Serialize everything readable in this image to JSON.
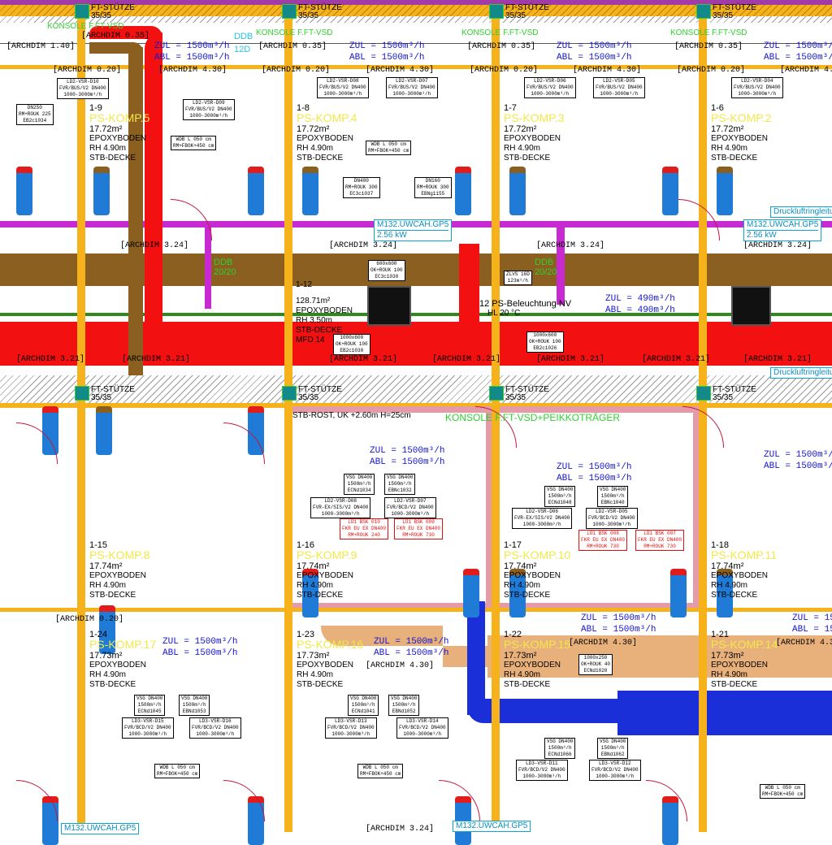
{
  "column": {
    "label": "FT-STÜTZE",
    "size": "35/35"
  },
  "airflow": {
    "zul": "ZUL = 1500m³/h",
    "abl": "ABL = 1500m³/h",
    "zul_small": "ZUL = 490m³/h",
    "abl_small": "ABL = 490m³/h"
  },
  "rooms": [
    {
      "id": "1-9",
      "name": "PS-KOMP.5",
      "area": "17.72m²",
      "floor": "EPOXYBODEN",
      "height": "RH 4.90m",
      "ceiling": "STB-DECKE"
    },
    {
      "id": "1-8",
      "name": "PS-KOMP.4",
      "area": "17.72m²",
      "floor": "EPOXYBODEN",
      "height": "RH 4.90m",
      "ceiling": "STB-DECKE"
    },
    {
      "id": "1-7",
      "name": "PS-KOMP.3",
      "area": "17.72m²",
      "floor": "EPOXYBODEN",
      "height": "RH 4.90m",
      "ceiling": "STB-DECKE"
    },
    {
      "id": "1-6",
      "name": "PS-KOMP.2",
      "area": "17.72m²",
      "floor": "EPOXYBODEN",
      "height": "RH 4.90m",
      "ceiling": "STB-DECKE"
    },
    {
      "id": "1-15",
      "name": "PS-KOMP.8",
      "area": "17.74m²",
      "floor": "EPOXYBODEN",
      "height": "RH 4.90m",
      "ceiling": "STB-DECKE"
    },
    {
      "id": "1-16",
      "name": "PS-KOMP.9",
      "area": "17.74m²",
      "floor": "EPOXYBODEN",
      "height": "RH 4.90m",
      "ceiling": "STB-DECKE"
    },
    {
      "id": "1-17",
      "name": "PS-KOMP.10",
      "area": "17.74m²",
      "floor": "EPOXYBODEN",
      "height": "RH 4.90m",
      "ceiling": "STB-DECKE"
    },
    {
      "id": "1-18",
      "name": "PS-KOMP.11",
      "area": "17.74m²",
      "floor": "EPOXYBODEN",
      "height": "RH 4.90m",
      "ceiling": "STB-DECKE"
    },
    {
      "id": "1-24",
      "name": "PS-KOMP.17",
      "area": "17.73m²",
      "floor": "EPOXYBODEN",
      "height": "RH 4.90m",
      "ceiling": "STB-DECKE"
    },
    {
      "id": "1-23",
      "name": "PS-KOMP.16",
      "area": "17.73m²",
      "floor": "EPOXYBODEN",
      "height": "RH 4.90m",
      "ceiling": "STB-DECKE"
    },
    {
      "id": "1-22",
      "name": "PS-KOMP.15",
      "area": "17.73m²",
      "floor": "EPOXYBODEN",
      "height": "RH 4.90m",
      "ceiling": "STB-DECKE"
    },
    {
      "id": "1-21",
      "name": "PS-KOMP.14",
      "area": "17.73m²",
      "floor": "EPOXYBODEN",
      "height": "RH 4.90m",
      "ceiling": "STB-DECKE"
    }
  ],
  "corridor": {
    "id": "1-12",
    "area": "128.71m²",
    "floor": "EPOXYBODEN",
    "height": "RH 3.50m",
    "ceiling": "STB-DECKE",
    "mfd": "MFD 14",
    "lighting": "12 PS-Beleuchtung NV",
    "temp": "HL 20 °C"
  },
  "dims": {
    "d430": "[ARCHDIM 4.30]",
    "d020": "[ARCHDIM 0.20]",
    "d035": "[ARCHDIM 0.35]",
    "d324": "[ARCHDIM 3.24]",
    "d321": "[ARCHDIM 3.21]",
    "d140": "[ARCHDIM 1.40]"
  },
  "labels": {
    "konsole": "KONSOLE F.FT-VSD",
    "konsole_long": "KONSOLE F.FT-VSD+PEIKKOTRÄGER",
    "ddb": "DDB",
    "ddb_size": "20/20",
    "ddb_top_size": "12D",
    "stb_rost": "STB-ROST, UK +2.60m H=25cm",
    "druckluft": "Druckluftringleitung"
  },
  "callouts": [
    {
      "name": "M132.UWCAH.GP5",
      "power": "2.56 kW"
    },
    {
      "name": "M132.UWCAH.GP5",
      "power": "2.56 kW"
    },
    {
      "name": "M132.UWCAH.GP5"
    },
    {
      "name": "M132.UWCAH.GP5"
    }
  ],
  "tags": [
    {
      "l1": "LD2-VSR-D10",
      "l2": "FVR/BUS/V2 DN400",
      "l3": "1000-3000m³/h"
    },
    {
      "l1": "LD2-VSR-D09",
      "l2": "FVR/BUS/V2 DN400",
      "l3": "1000-3000m³/h"
    },
    {
      "l1": "LD2-VSR-D08",
      "l2": "FVR/BUS/V2 DN400",
      "l3": "1000-3000m³/h"
    },
    {
      "l1": "LD2-VSR-D07",
      "l2": "FVR/BUS/V2 DN400",
      "l3": "1000-3000m³/h"
    },
    {
      "l1": "LD2-VSR-D06",
      "l2": "FVR/BUS/V2 DN400",
      "l3": "1000-3000m³/h"
    },
    {
      "l1": "LD2-VSR-D05",
      "l2": "FVR/BUS/V2 DN400",
      "l3": "1000-3000m³/h"
    },
    {
      "l1": "LD2-VSR-D04",
      "l2": "FVR/BUS/V2 DN400",
      "l3": "1000-3000m³/h"
    },
    {
      "l1": "DN250",
      "l2": "RM+ROUK 225",
      "l3": "EB2c1034"
    },
    {
      "l1": "WDB L 050 cm",
      "l2": "RM+FBOK+450 cm"
    },
    {
      "l1": "WDB L 050 cm",
      "l2": "RM+FBOK+450 cm"
    },
    {
      "l1": "DN400",
      "l2": "RM+ROUK 300",
      "l3": "EC3c1037"
    },
    {
      "l1": "DN160",
      "l2": "RM+ROUK 300",
      "l3": "EBNg1155"
    },
    {
      "l1": "600x600",
      "l2": "OK+ROUK 100",
      "l3": "EC3c1030"
    },
    {
      "l1": "1000x600",
      "l2": "OK+ROUK 100",
      "l3": "EB2c1030"
    },
    {
      "l1": "1000x600",
      "l2": "OK+ROUK 100",
      "l3": "EB2c1026"
    },
    {
      "l1": "ZLVS 16D",
      "l2": "123m³/h"
    },
    {
      "l1": "VSG DN400",
      "l2": "1500m³/h",
      "l3": "ECNd1034"
    },
    {
      "l1": "VSG DN400",
      "l2": "1500m³/h",
      "l3": "EBNc1032"
    },
    {
      "l1": "LD2-VSR-D08",
      "l2": "FVR-EX/SIS/V2 DN400",
      "l3": "1000-3000m³/h"
    },
    {
      "l1": "LD2-VSR-D07",
      "l2": "FVR/BCD/V2 DN400",
      "l3": "1000-3000m³/h"
    },
    {
      "l1": "LÜ1 BSK 010",
      "l2": "FKR EU EX DN400",
      "l3": "RM+ROUK 240",
      "red": true
    },
    {
      "l1": "LÜ1 BSK 009",
      "l2": "FKR EU EX DN400",
      "l3": "RM+ROUK 730",
      "red": true
    },
    {
      "l1": "VSG DN400",
      "l2": "1500m³/h",
      "l3": "ECNd1048"
    },
    {
      "l1": "VSG DN400",
      "l2": "1500m³/h",
      "l3": "EBNc1040"
    },
    {
      "l1": "LD2-VSR-D06",
      "l2": "FVR-EX/SIS/V2 DN400",
      "l3": "1000-3000m³/h"
    },
    {
      "l1": "LD2-VSR-D05",
      "l2": "FVR/BCD/V2 DN400",
      "l3": "1000-3000m³/h"
    },
    {
      "l1": "LÜ1 BSK 008",
      "l2": "FKR EU EX DN400",
      "l3": "RM+ROUK 730",
      "red": true
    },
    {
      "l1": "LÜ1 BSK 007",
      "l2": "FKR EU EX DN400",
      "l3": "RM+ROUK 730",
      "red": true
    },
    {
      "l1": "VSG DN400",
      "l2": "1500m³/h",
      "l3": "ECNd1041"
    },
    {
      "l1": "VSG DN400",
      "l2": "1500m³/h",
      "l3": "EBNd1052"
    },
    {
      "l1": "LD3-VSR-D13",
      "l2": "FVR/BCD/V2 DN400",
      "l3": "1000-3000m³/h"
    },
    {
      "l1": "LD3-VSR-D14",
      "l2": "FVR/BCD/V2 DN400",
      "l3": "1000-3000m³/h"
    },
    {
      "l1": "VSG DN400",
      "l2": "1500m³/h",
      "l3": "ECNd1045"
    },
    {
      "l1": "VSG DN400",
      "l2": "1500m³/h",
      "l3": "EBNd1053"
    },
    {
      "l1": "LD3-VSR-D15",
      "l2": "FVR/BCD/V2 DN400",
      "l3": "1000-3000m³/h"
    },
    {
      "l1": "LD3-VSR-D16",
      "l2": "FVR/BCD/V2 DN400",
      "l3": "1000-3000m³/h"
    },
    {
      "l1": "VSG DN400",
      "l2": "1500m³/h",
      "l3": "ECNd1066"
    },
    {
      "l1": "VSG DN400",
      "l2": "1500m³/h",
      "l3": "EBNd1062"
    },
    {
      "l1": "LD3-VSR-D11",
      "l2": "FVR/BCD/V2 DN400",
      "l3": "1000-3000m³/h"
    },
    {
      "l1": "LD3-VSR-D12",
      "l2": "FVR/BCD/V2 DN400",
      "l3": "1000-3000m³/h"
    },
    {
      "l1": "WDB L 050 cm",
      "l2": "RM+FBOK+450 cm"
    },
    {
      "l1": "WDB L 050 cm",
      "l2": "RM+FBOK+450 cm"
    },
    {
      "l1": "WDB L 050 cm",
      "l2": "RM+FBOK+450 cm"
    },
    {
      "l1": "1000x250",
      "l2": "OK+ROUK 40",
      "l3": "ECNd1020"
    }
  ]
}
